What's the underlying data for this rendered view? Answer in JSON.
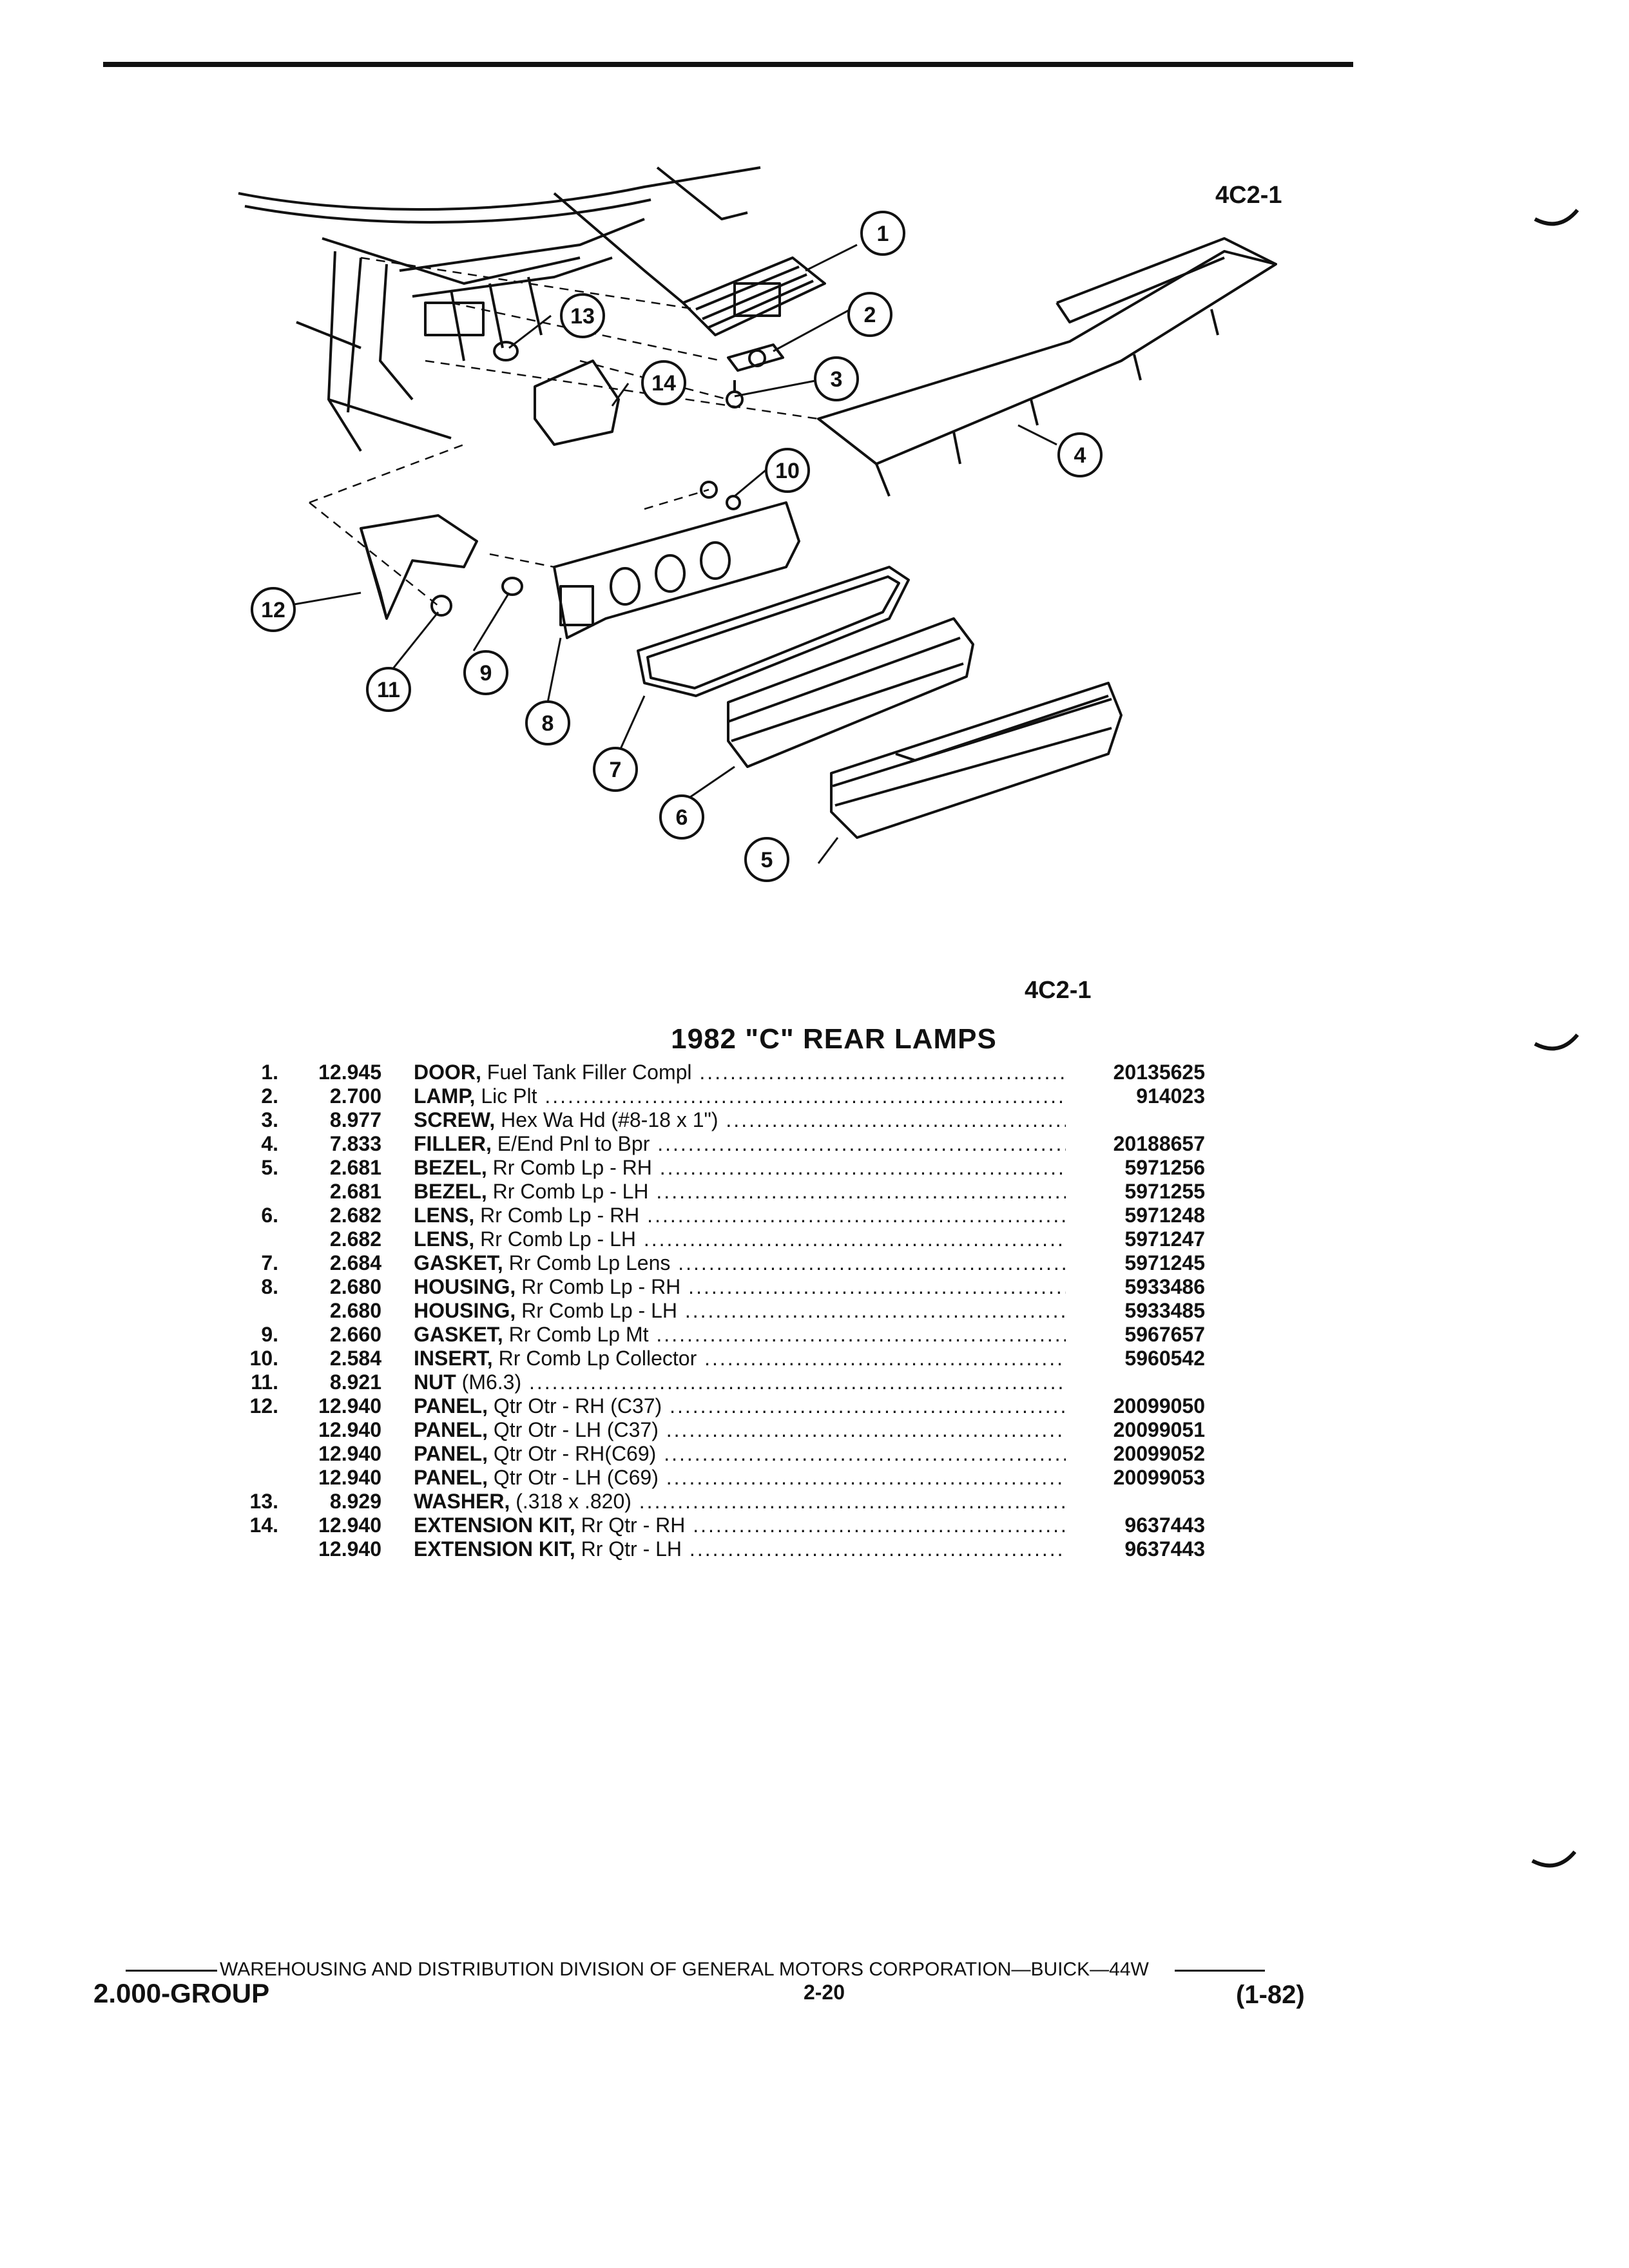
{
  "figure": {
    "code_top": "4C2-1",
    "code_bottom": "4C2-1"
  },
  "callouts": [
    "1",
    "2",
    "3",
    "4",
    "5",
    "6",
    "7",
    "8",
    "9",
    "10",
    "11",
    "12",
    "13",
    "14"
  ],
  "title": "1982 \"C\" REAR LAMPS",
  "parts": [
    {
      "item": "1.",
      "group": "12.945",
      "name": "DOOR,",
      "desc": "Fuel Tank Filler Compl",
      "part": "20135625"
    },
    {
      "item": "2.",
      "group": "2.700",
      "name": "LAMP,",
      "desc": "Lic Plt",
      "part": "914023"
    },
    {
      "item": "3.",
      "group": "8.977",
      "name": "SCREW,",
      "desc": "Hex Wa Hd (#8-18 x 1\")",
      "part": ""
    },
    {
      "item": "4.",
      "group": "7.833",
      "name": "FILLER,",
      "desc": "E/End Pnl to Bpr",
      "part": "20188657"
    },
    {
      "item": "5.",
      "group": "2.681",
      "name": "BEZEL,",
      "desc": "Rr Comb Lp - RH",
      "part": "5971256"
    },
    {
      "item": "",
      "group": "2.681",
      "name": "BEZEL,",
      "desc": "Rr Comb Lp - LH",
      "part": "5971255"
    },
    {
      "item": "6.",
      "group": "2.682",
      "name": "LENS,",
      "desc": "Rr Comb Lp - RH",
      "part": "5971248"
    },
    {
      "item": "",
      "group": "2.682",
      "name": "LENS,",
      "desc": "Rr Comb Lp - LH",
      "part": "5971247"
    },
    {
      "item": "7.",
      "group": "2.684",
      "name": "GASKET,",
      "desc": "Rr Comb Lp Lens",
      "part": "5971245"
    },
    {
      "item": "8.",
      "group": "2.680",
      "name": "HOUSING,",
      "desc": "Rr Comb Lp - RH",
      "part": "5933486"
    },
    {
      "item": "",
      "group": "2.680",
      "name": "HOUSING,",
      "desc": "Rr Comb Lp - LH",
      "part": "5933485"
    },
    {
      "item": "9.",
      "group": "2.660",
      "name": "GASKET,",
      "desc": "Rr Comb Lp Mt",
      "part": "5967657"
    },
    {
      "item": "10.",
      "group": "2.584",
      "name": "INSERT,",
      "desc": "Rr Comb Lp Collector",
      "part": "5960542"
    },
    {
      "item": "11.",
      "group": "8.921",
      "name": "NUT",
      "desc": "(M6.3)",
      "part": ""
    },
    {
      "item": "12.",
      "group": "12.940",
      "name": "PANEL,",
      "desc": "Qtr Otr - RH (C37)",
      "part": "20099050"
    },
    {
      "item": "",
      "group": "12.940",
      "name": "PANEL,",
      "desc": "Qtr Otr - LH (C37)",
      "part": "20099051"
    },
    {
      "item": "",
      "group": "12.940",
      "name": "PANEL,",
      "desc": "Qtr Otr - RH(C69)",
      "part": "20099052"
    },
    {
      "item": "",
      "group": "12.940",
      "name": "PANEL,",
      "desc": "Qtr Otr - LH (C69)",
      "part": "20099053"
    },
    {
      "item": "13.",
      "group": "8.929",
      "name": "WASHER,",
      "desc": "(.318 x .820)",
      "part": ""
    },
    {
      "item": "14.",
      "group": "12.940",
      "name": "EXTENSION KIT,",
      "desc": "Rr Qtr - RH",
      "part": "9637443"
    },
    {
      "item": "",
      "group": "12.940",
      "name": "EXTENSION KIT,",
      "desc": "Rr Qtr - LH",
      "part": "9637443"
    }
  ],
  "footer": {
    "division": "WAREHOUSING AND DISTRIBUTION  DIVISION OF GENERAL MOTORS CORPORATION—BUICK—44W",
    "group": "2.000-GROUP",
    "page": "2-20",
    "date": "(1-82)"
  },
  "colors": {
    "ink": "#111111",
    "paper": "#ffffff"
  }
}
